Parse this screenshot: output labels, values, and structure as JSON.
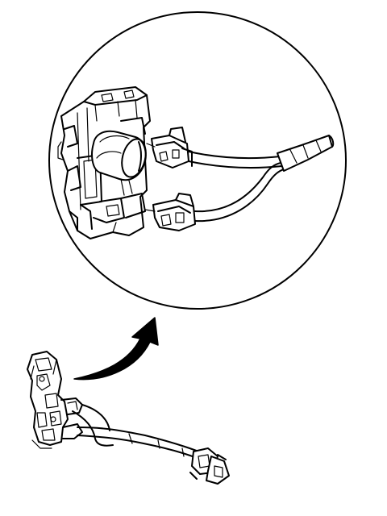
{
  "diagram": {
    "type": "technical-line-illustration",
    "colors": {
      "ink": "#000000",
      "paper": "#ffffff"
    },
    "parts": [
      {
        "name": "door-lock-actuator-assembly",
        "shown_in": "overview"
      },
      {
        "name": "detail-magnifier-circle",
        "shown_in": "callout"
      },
      {
        "name": "lock-actuator-motor",
        "shown_in": "detail"
      },
      {
        "name": "upper-electrical-connector",
        "shown_in": "detail"
      },
      {
        "name": "lower-electrical-connector",
        "shown_in": "detail"
      },
      {
        "name": "wiring-harness",
        "shown_in": "both"
      },
      {
        "name": "callout-arrow",
        "points_from": "overview",
        "points_to": "detail"
      }
    ]
  }
}
